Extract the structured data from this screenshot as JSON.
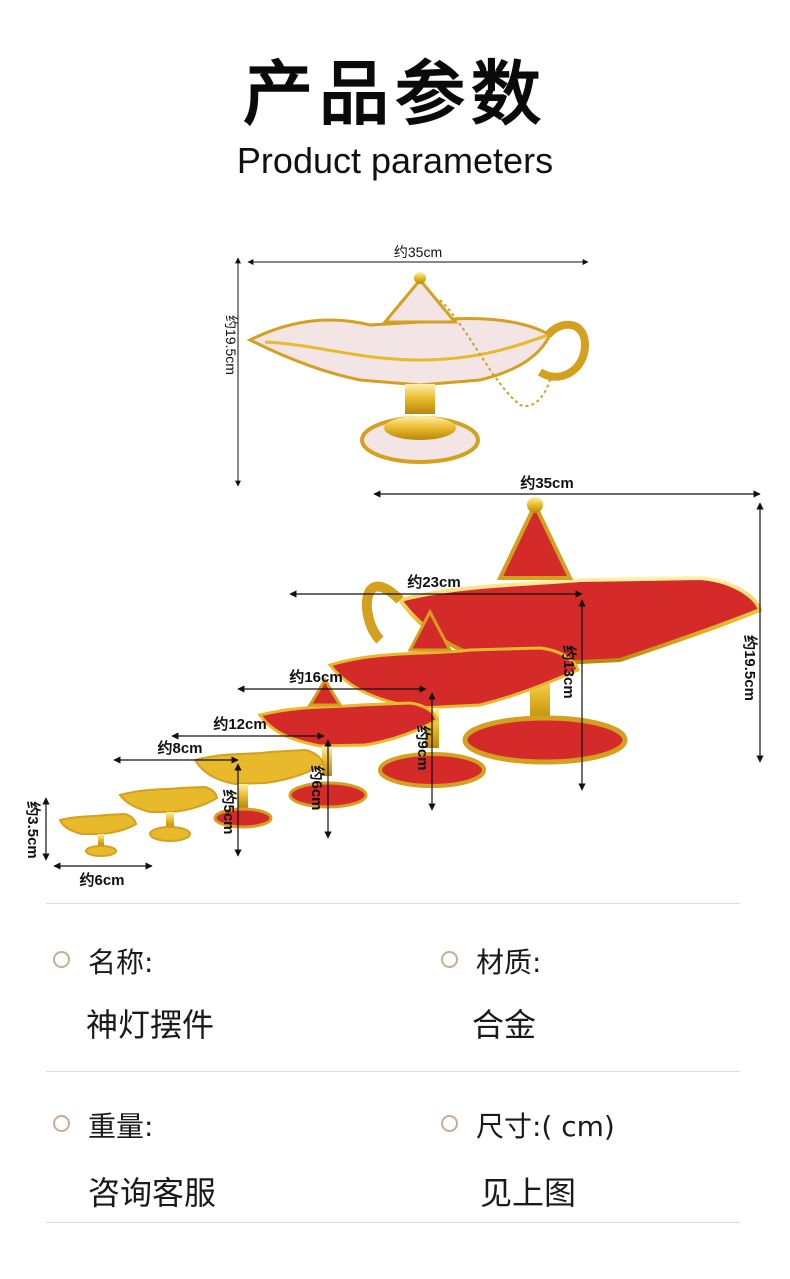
{
  "header": {
    "title_cn": "产品参数",
    "title_en": "Product parameters"
  },
  "dimensions": {
    "top_width": "约35cm",
    "top_height": "约19.5cm",
    "large_width": "约35cm",
    "large_height": "约19.5cm",
    "w23": "约23cm",
    "h13": "约13cm",
    "w16": "约16cm",
    "h9": "约9cm",
    "w12": "约12cm",
    "h6": "约6cm",
    "w8": "约8cm",
    "h5": "约5cm",
    "w6": "约6cm",
    "h35": "约3.5cm"
  },
  "params": {
    "name_label": "名称:",
    "name_value": "神灯摆件",
    "material_label": "材质:",
    "material_value": "合金",
    "weight_label": "重量:",
    "weight_value": "咨询客服",
    "size_label": "尺寸:( cm)",
    "size_value": "见上图"
  },
  "colors": {
    "gold": "#e8b92a",
    "red": "#d42a2a",
    "pearl": "#f3e4e6",
    "accent_circle": "#c9ae8e"
  }
}
